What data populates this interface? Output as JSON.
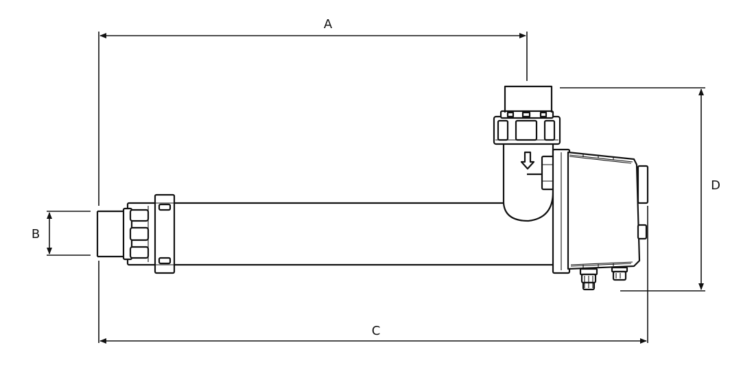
{
  "dimensions": {
    "a": "A",
    "b": "B",
    "c": "C",
    "d": "D"
  },
  "colors": {
    "line": "#111111",
    "background": "#ffffff"
  }
}
